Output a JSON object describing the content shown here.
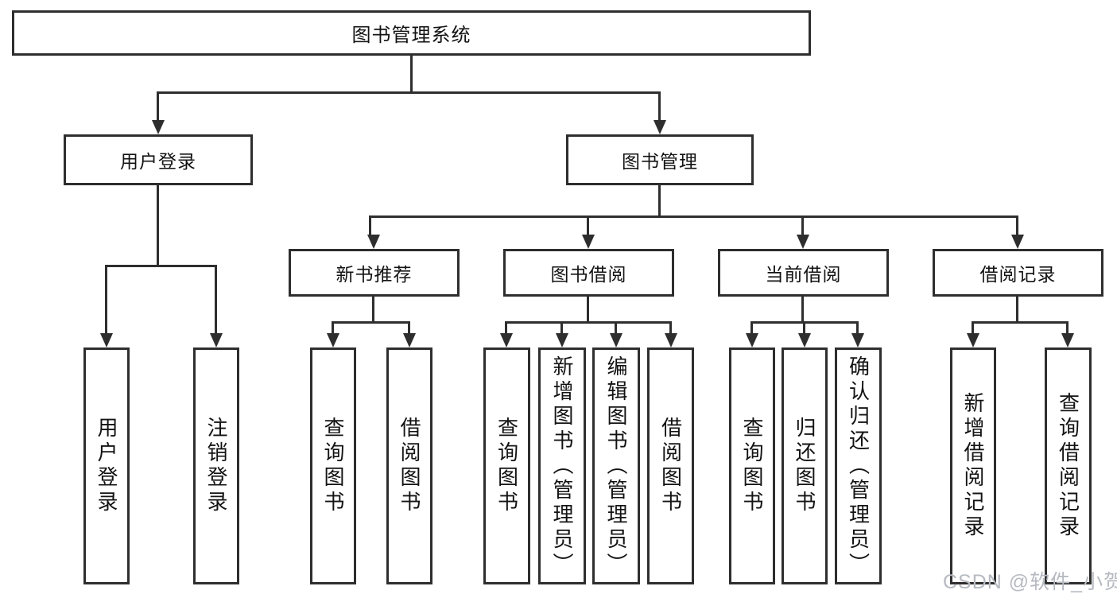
{
  "tree": {
    "root": "图书管理系统",
    "branches": [
      {
        "label": "用户登录",
        "children": [
          "用户登录",
          "注销登录"
        ]
      },
      {
        "label": "图书管理",
        "groups": [
          {
            "label": "新书推荐",
            "children": [
              "查询图书",
              "借阅图书"
            ]
          },
          {
            "label": "图书借阅",
            "children": [
              "查询图书",
              "新增图书（管理员）",
              "编辑图书（管理员）",
              "借阅图书"
            ]
          },
          {
            "label": "当前借阅",
            "children": [
              "查询图书",
              "归还图书",
              "确认归还（管理员）"
            ]
          },
          {
            "label": "借阅记录",
            "children": [
              "新增借阅记录",
              "查询借阅记录"
            ]
          }
        ]
      }
    ]
  },
  "watermark": {
    "text": "CSDN @软件_小贺同学",
    "color": "#b6bac1"
  },
  "colors": {
    "line": "#2e2e2e",
    "background": "#ffffff",
    "text": "#131313"
  }
}
